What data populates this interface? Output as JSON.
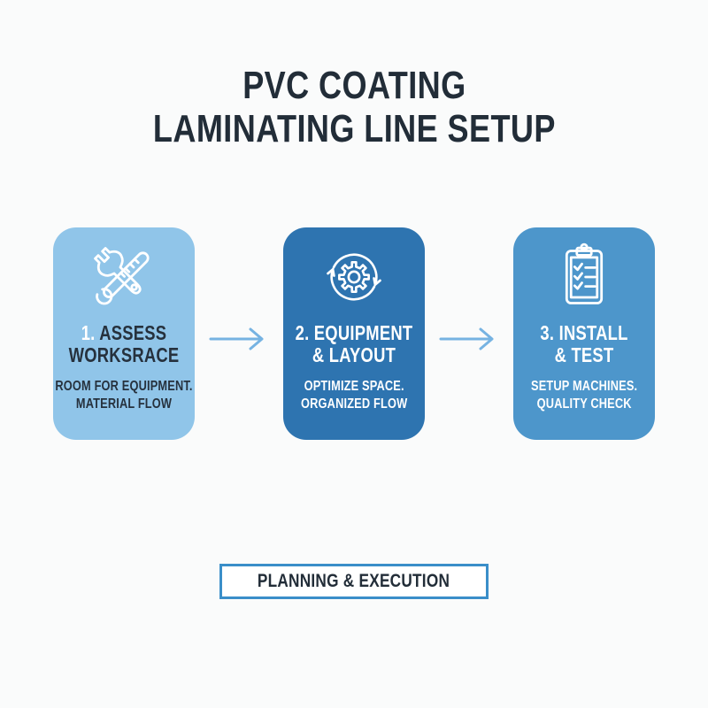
{
  "title": {
    "line1": "PVC COATING",
    "line2": "LAMINATING LINE SETUP"
  },
  "steps": [
    {
      "number": "1.",
      "title_line1": "ASSESS",
      "title_line2": "WORKSRACE",
      "sub_line1": "ROOM FOR EQUIPMENT.",
      "sub_line2": "MATERIAL FLOW",
      "icon": "wrench-ruler-icon",
      "bg": "#90C5E9",
      "text_color": "#26313D",
      "number_color": "#FFFFFF"
    },
    {
      "number": "2.",
      "title_line1": "EQUIPMENT",
      "title_line2": "& LAYOUT",
      "sub_line1": "OPTIMIZE SPACE.",
      "sub_line2": "ORGANIZED FLOW",
      "icon": "gear-sync-icon",
      "bg": "#2E74B0",
      "text_color": "#FFFFFF",
      "number_color": "#FFFFFF"
    },
    {
      "number": "3.",
      "title_line1": "INSTALL",
      "title_line2": "& TEST",
      "sub_line1": "SETUP MACHINES.",
      "sub_line2": "QUALITY CHECK",
      "icon": "checklist-clipboard-icon",
      "bg": "#4D96CB",
      "text_color": "#FFFFFF",
      "number_color": "#FFFFFF"
    }
  ],
  "badge": {
    "label": "PLANNING & EXECUTION",
    "border_color": "#3A8EC9"
  },
  "colors": {
    "background": "#FAFBFB",
    "title_text": "#222D38",
    "arrow": "#76B3E2",
    "icon_stroke": "#FFFFFF"
  }
}
